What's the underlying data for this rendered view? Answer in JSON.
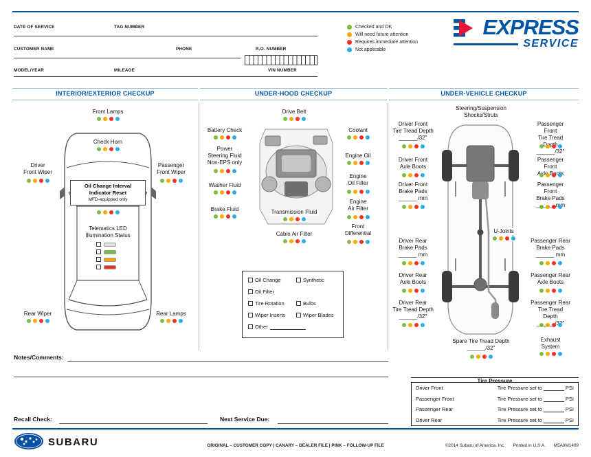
{
  "dot_sequence": [
    "green",
    "yellow",
    "red",
    "blue"
  ],
  "colors": {
    "green": "#7DBB42",
    "yellow": "#F7A800",
    "red": "#EE3124",
    "blue": "#2BACE2",
    "gray": "#e3e3e3",
    "brand_blue": "#0054A6"
  },
  "header": {
    "fields": {
      "date_of_service": "DATE OF SERVICE",
      "tag_number": "TAG NUMBER",
      "customer_name": "CUSTOMER NAME",
      "phone": "PHONE",
      "ro_number": "R.O. NUMBER",
      "model_year": "MODEL/YEAR",
      "mileage": "MILEAGE",
      "vin_number": "VIN NUMBER"
    },
    "legend": {
      "items": [
        {
          "color": "green",
          "label": "Checked and OK"
        },
        {
          "color": "yellow",
          "label": "Will need future attention"
        },
        {
          "color": "red",
          "label": "Requires immediate attention"
        },
        {
          "color": "blue",
          "label": "Not applicable"
        }
      ]
    },
    "logo": {
      "express": "EXPRESS",
      "service": "SERVICE"
    }
  },
  "sections": {
    "interior": {
      "title": "INTERIOR/EXTERIOR CHECKUP",
      "front_lamps": "Front Lamps",
      "check_horn": "Check Horn",
      "driver_front_wiper": "Driver\nFront Wiper",
      "passenger_front_wiper": "Passenger\nFront Wiper",
      "oil_reset_main": "Oil Change Interval\nIndicator Reset",
      "oil_reset_sub": "MFD-equipped only",
      "telematics": "Telematics LED\nIllumination Status",
      "telematics_leds": [
        {
          "color": "gray"
        },
        {
          "color": "green"
        },
        {
          "color": "yellow"
        },
        {
          "color": "red"
        }
      ],
      "rear_wiper": "Rear Wiper",
      "rear_lamps": "Rear Lamps"
    },
    "underhood": {
      "title": "UNDER-HOOD CHECKUP",
      "drive_belt": "Drive Belt",
      "battery_check": "Battery Check",
      "coolant": "Coolant",
      "power_steering": "Power\nSteering Fluid\nNon-EPS only",
      "engine_oil": "Engine Oil",
      "washer_fluid": "Washer Fluid",
      "engine_oil_filter": "Engine\nOil Filter",
      "brake_fluid": "Brake Fluid",
      "transmission_fluid": "Transmission Fluid",
      "engine_air_filter": "Engine\nAir Filter",
      "cabin_air_filter": "Cabin Air Filter",
      "front_differential": "Front\nDifferential",
      "services": {
        "oil_change": "Oil Change",
        "synthetic": "Synthetic",
        "oil_filter": "Oil Filter",
        "tire_rotation": "Tire Rotation",
        "bulbs": "Bulbs",
        "wiper_inserts": "Wiper Inserts",
        "wiper_blades": "Wiper Blades",
        "other": "Other"
      }
    },
    "undervehicle": {
      "title": "UNDER-VEHICLE CHECKUP",
      "steering": "Steering/Suspension\nShocks/Struts",
      "driver_front_tread": "Driver Front\nTire Tread Depth\n______/32\"",
      "passenger_front_tread": "Passenger Front\nTire Tread Depth\n______/32\"",
      "driver_front_axle": "Driver Front\nAxle Boots",
      "passenger_front_axle": "Passenger Front\nAxle Boots",
      "driver_front_brake": "Driver Front\nBrake Pads\n______ mm",
      "passenger_front_brake": "Passenger Front\nBrake Pads\n______ mm",
      "driver_rear_brake": "Driver Rear\nBrake Pads\n______ mm",
      "u_joints": "U-Joints",
      "passenger_rear_brake": "Passenger Rear\nBrake Pads\n______ mm",
      "driver_rear_axle": "Driver Rear\nAxle Boots",
      "passenger_rear_axle": "Passenger Rear\nAxle Boots",
      "driver_rear_tread": "Driver Rear\nTire Tread Depth\n______/32\"",
      "passenger_rear_tread": "Passenger Rear\nTire Tread Depth\n______/32\"",
      "spare_tread": "Spare Tire Tread Depth\n______/32\"",
      "exhaust": "Exhaust\nSystem",
      "tire_pressure": {
        "title": "Tire Pressure",
        "set_text": "Tire Pressure set to",
        "unit": "PSI",
        "rows": [
          {
            "position": "Driver Front"
          },
          {
            "position": "Passenger Front"
          },
          {
            "position": "Passenger Rear"
          },
          {
            "position": "Driver Rear"
          }
        ]
      }
    }
  },
  "bottom": {
    "notes_label": "Notes/Comments:",
    "recall_label": "Recall Check:",
    "next_service_label": "Next Service Due:"
  },
  "footer": {
    "brand": "SUBARU",
    "copies": "ORIGINAL – CUSTOMER COPY   |   CANARY – DEALER FILE   |   PINK – FOLLOW-UP FILE",
    "copyright": "©2014 Subaru of America, Inc.",
    "printed": "Printed in U.S.A.",
    "part_number": "M5A9M1409"
  }
}
